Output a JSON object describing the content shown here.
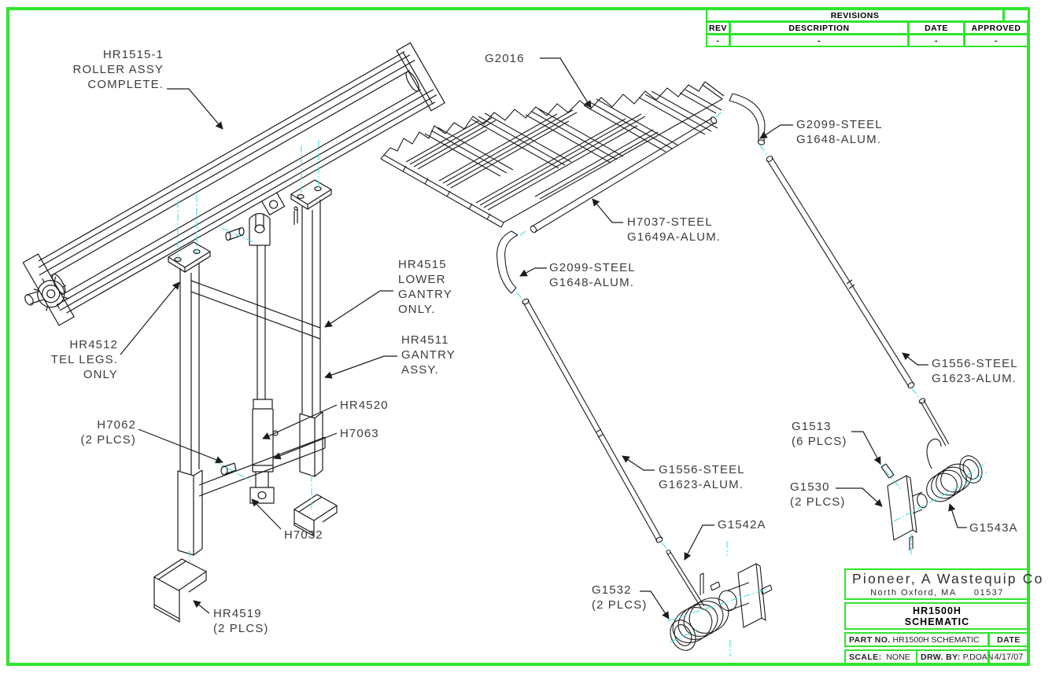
{
  "colors": {
    "border_green": "#2ee52e",
    "centerline_cyan": "#3fe3e6",
    "line_black": "#1b1b1b",
    "background": "#ffffff"
  },
  "revisions": {
    "title": "REVISIONS",
    "columns": [
      "REV",
      "DESCRIPTION",
      "DATE",
      "APPROVED"
    ],
    "rows": [
      [
        "-",
        "-",
        "-",
        "-"
      ]
    ]
  },
  "title_block": {
    "company": "Pioneer, A Wastequip Co",
    "address": "North Oxford, MA     01537",
    "drawing_title_line1": "HR1500H",
    "drawing_title_line2": "SCHEMATIC",
    "part_no_label": "PART NO.",
    "part_no_value": "HR1500H SCHEMATIC",
    "date_label": "DATE",
    "scale_label": "SCALE:",
    "scale_value": "NONE",
    "drawn_by_label": "DRW. BY:",
    "drawn_by_value": "P.DOAN",
    "date_value": "4/17/07"
  },
  "labels": {
    "hr1515": "HR1515-1\nROLLER ASSY\nCOMPLETE.",
    "g2016": "G2016",
    "g2099_right": "G2099-STEEL\nG1648-ALUM.",
    "h7037": "H7037-STEEL\nG1649A-ALUM.",
    "g2099_left": "G2099-STEEL\nG1648-ALUM.",
    "g1556_right": "G1556-STEEL\nG1623-ALUM.",
    "g1556_mid": "G1556-STEEL\nG1623-ALUM.",
    "g1542a": "G1542A",
    "g1532": "G1532\n(2 PLCS)",
    "g1513": "G1513\n(6 PLCS)",
    "g1530": "G1530\n(2 PLCS)",
    "g1543a": "G1543A",
    "hr4515": "HR4515\nLOWER\nGANTRY\nONLY.",
    "hr4511": "HR4511\nGANTRY\nASSY.",
    "hr4512": "HR4512\nTEL LEGS.\nONLY",
    "h7062": "H7062\n(2 PLCS)",
    "hr4520": "HR4520",
    "h7063": "H7063",
    "h7032": "H7032",
    "hr4519": "HR4519\n(2 PLCS)"
  }
}
